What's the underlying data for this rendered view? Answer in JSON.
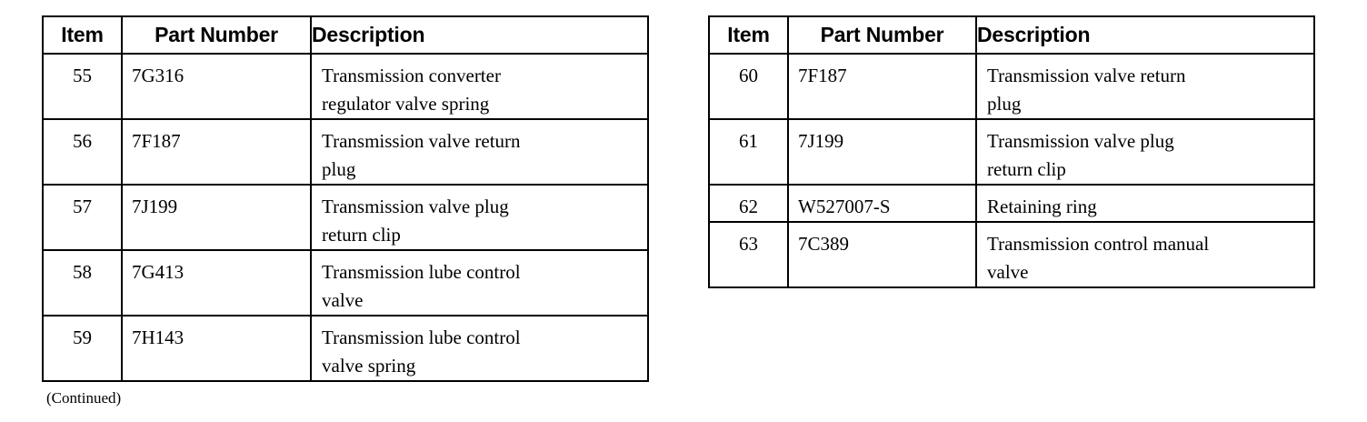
{
  "page": {
    "background_color": "#ffffff",
    "text_color": "#000000",
    "border_color": "#000000"
  },
  "tables": [
    {
      "id": "table-left",
      "name": "parts-table-left",
      "columns": [
        "Item",
        "Part Number",
        "Description"
      ],
      "rows": [
        {
          "item": "55",
          "part_number": "7G316",
          "description": "Transmission converter regulator valve spring",
          "description_lines": [
            "Transmission converter",
            "regulator valve spring"
          ]
        },
        {
          "item": "56",
          "part_number": "7F187",
          "description": "Transmission valve return plug",
          "description_lines": [
            "Transmission valve return",
            "plug"
          ]
        },
        {
          "item": "57",
          "part_number": "7J199",
          "description": "Transmission valve plug return clip",
          "description_lines": [
            "Transmission valve plug",
            "return clip"
          ]
        },
        {
          "item": "58",
          "part_number": "7G413",
          "description": "Transmission lube control valve",
          "description_lines": [
            "Transmission lube control",
            "valve"
          ]
        },
        {
          "item": "59",
          "part_number": "7H143",
          "description": "Transmission lube control valve spring",
          "description_lines": [
            "Transmission lube control",
            "valve spring"
          ]
        }
      ]
    },
    {
      "id": "table-right",
      "name": "parts-table-right",
      "columns": [
        "Item",
        "Part Number",
        "Description"
      ],
      "rows": [
        {
          "item": "60",
          "part_number": "7F187",
          "description": "Transmission valve return plug",
          "description_lines": [
            "Transmission valve return",
            "plug"
          ]
        },
        {
          "item": "61",
          "part_number": "7J199",
          "description": "Transmission valve plug return clip",
          "description_lines": [
            "Transmission valve plug",
            "return clip"
          ]
        },
        {
          "item": "62",
          "part_number": "W527007-S",
          "description": "Retaining ring",
          "description_lines": [
            "Retaining ring"
          ]
        },
        {
          "item": "63",
          "part_number": "7C389",
          "description": "Transmission control manual valve",
          "description_lines": [
            "Transmission control manual",
            "valve"
          ]
        }
      ]
    }
  ],
  "caption": {
    "continued": "(Continued)"
  }
}
